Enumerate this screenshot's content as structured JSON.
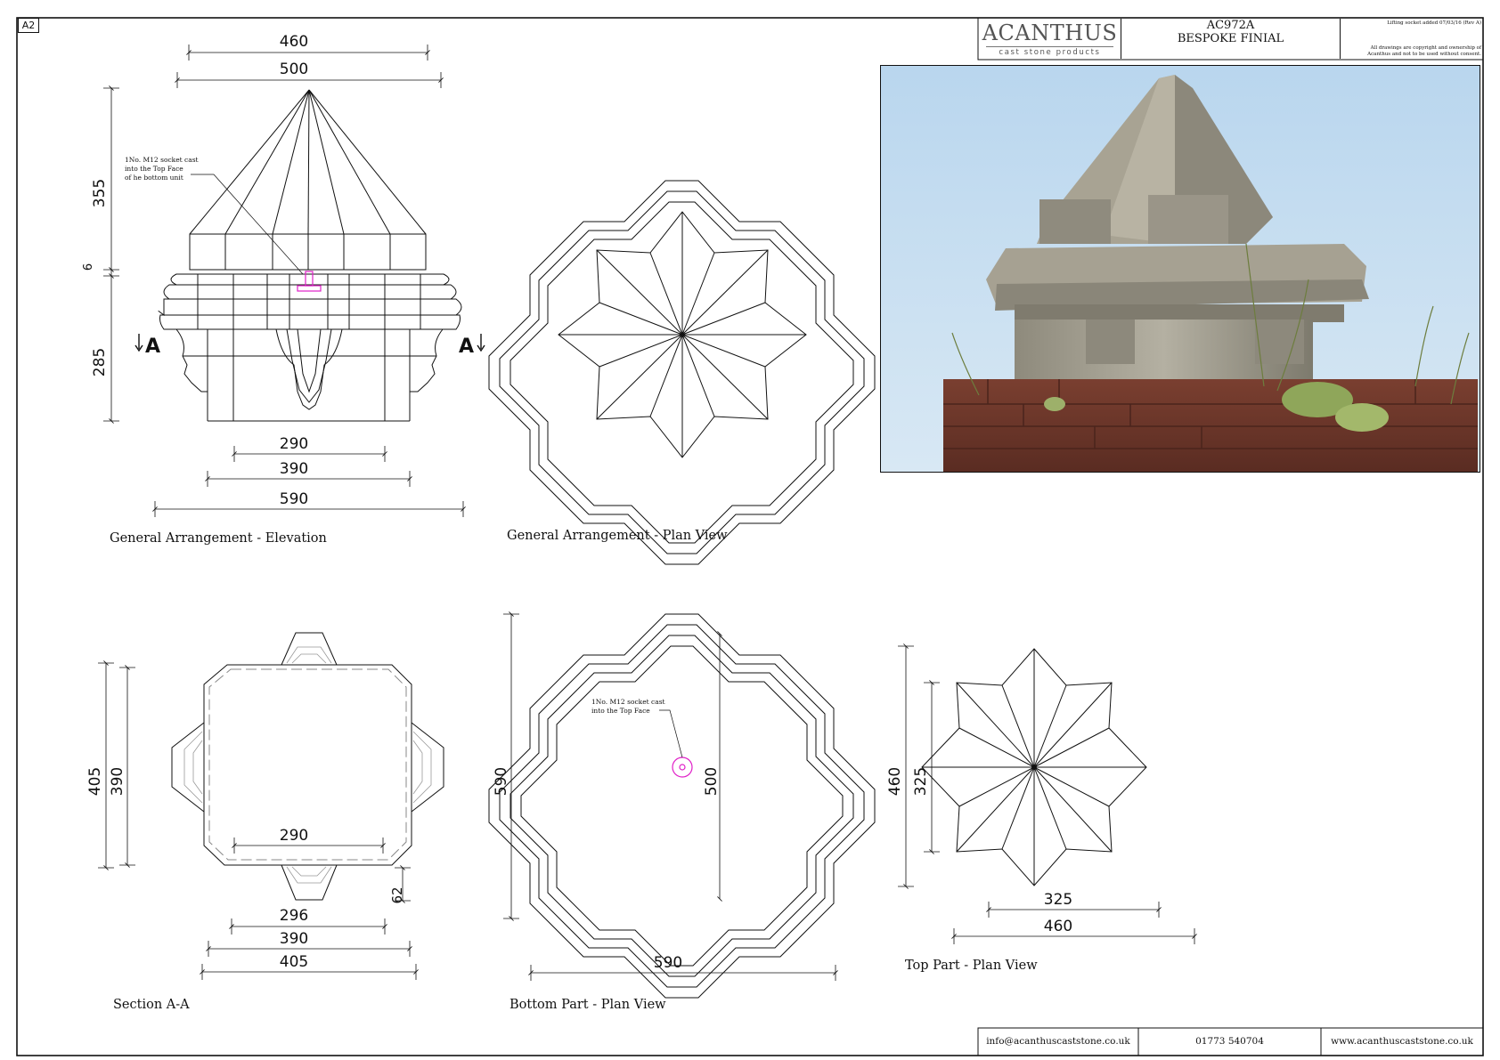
{
  "sheet_size": "A2",
  "logo": {
    "name": "ACANTHUS",
    "tagline": "cast stone products"
  },
  "title": {
    "code": "AC972A",
    "name": "BESPOKE FINIAL"
  },
  "revision_note": "Lifting socket added 07/03/16 (Rev A)",
  "copyright": "All drawings are copyright and ownership of Acanthus and not to be used without consent.",
  "footer": {
    "email": "info@acanthuscaststone.co.uk",
    "phone": "01773 540704",
    "website": "www.acanthuscaststone.co.uk"
  },
  "views": {
    "elevation": {
      "caption": "General Arrangement - Elevation",
      "dims": {
        "top_460": "460",
        "top_500": "500",
        "height_355": "355",
        "gap_6": "6",
        "height_285": "285",
        "bottom_290": "290",
        "bottom_390": "390",
        "bottom_590": "590"
      },
      "note": [
        "1No. M12 socket cast",
        "into the Top Face",
        "of he bottom unit"
      ],
      "section_marker": "A"
    },
    "plan": {
      "caption": "General Arrangement -  Plan View"
    },
    "section": {
      "caption": "Section A-A",
      "dims": {
        "h405": "405",
        "h390": "390",
        "w290": "290",
        "w296": "296",
        "v62": "62",
        "w390": "390",
        "w405": "405"
      }
    },
    "bottom_plan": {
      "caption": "Bottom Part - Plan View",
      "dims": {
        "h590": "590",
        "v500": "500",
        "w590": "590"
      },
      "note": [
        "1No. M12 socket cast",
        "into the Top Face"
      ]
    },
    "top_plan": {
      "caption": "Top Part - Plan View",
      "dims": {
        "h460": "460",
        "h325": "325",
        "w325": "325",
        "w460": "460"
      }
    }
  },
  "colors": {
    "ink": "#111111",
    "socket": "#e020c8",
    "sky": "#c4dcf0",
    "stone": "#9d998c",
    "brick": "#6e3a2e"
  }
}
